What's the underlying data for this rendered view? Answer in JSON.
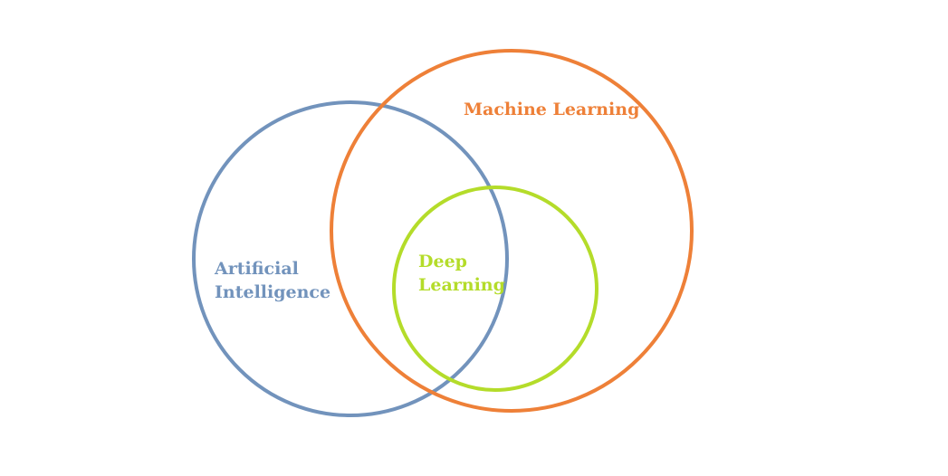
{
  "diagram": {
    "sets": [
      {
        "id": "ai",
        "lines": [
          "Artificial",
          "Intelligence"
        ],
        "color": "#7293bc"
      },
      {
        "id": "ml",
        "lines": [
          "Machine Learning"
        ],
        "color": "#ee8038"
      },
      {
        "id": "dl",
        "lines": [
          "Deep",
          "Learning"
        ],
        "color": "#b4dc2a"
      }
    ]
  }
}
